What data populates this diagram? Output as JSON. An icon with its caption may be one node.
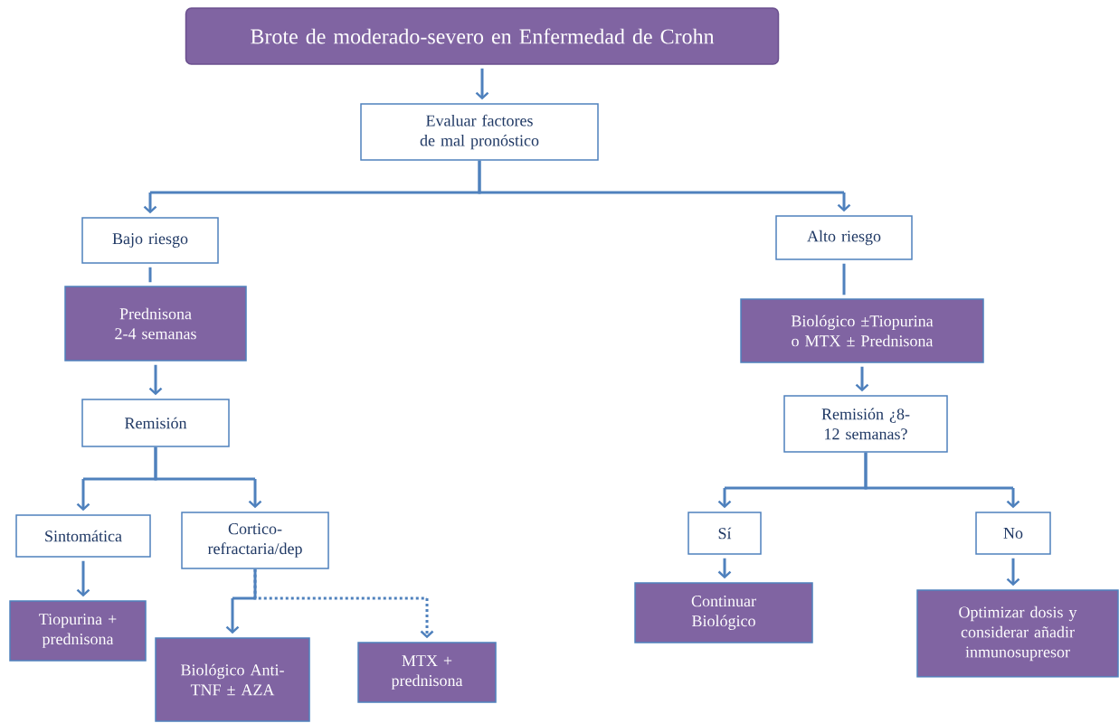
{
  "diagram": {
    "nodes": [
      {
        "text": [
          "Brote de moderado-severo en Enfermedad de Crohn"
        ]
      },
      {
        "text": [
          "Evaluar factores de mal pronóstico"
        ]
      },
      {
        "text": [
          "Bajo riesgo"
        ]
      },
      {
        "text": [
          "Alto riesgo"
        ]
      },
      {
        "text": [
          "Prednisona 2-4 semanas"
        ]
      },
      {
        "text": [
          "Remisión"
        ]
      },
      {
        "text": [
          "Sintomática"
        ]
      },
      {
        "text": [
          "Cortico-refractaria/dep"
        ]
      },
      {
        "text": [
          "Tiopurina + prednisona"
        ]
      },
      {
        "text": [
          "Biológico Anti-TNF ± AZA"
        ]
      },
      {
        "text": [
          "MTX + prednisona"
        ]
      },
      {
        "text": [
          "Biológico ±Tiopurina o MTX ± Prednisona"
        ]
      },
      {
        "text": [
          "Remisión ¿8-12 semanas?"
        ]
      },
      {
        "text": [
          "Sí"
        ]
      },
      {
        "text": [
          "No"
        ]
      },
      {
        "text": [
          "Continuar Biológico"
        ]
      },
      {
        "text": [
          "Optimizar dosis y considerar añadir inmunosupresor"
        ]
      }
    ],
    "edges": [
      {
        "from": 0,
        "to": 1,
        "arrow": "to"
      },
      {
        "from": 1,
        "to": 2,
        "arrow": "to"
      },
      {
        "from": 1,
        "to": 3,
        "arrow": "to"
      },
      {
        "from": 2,
        "to": 4,
        "arrow": "none"
      },
      {
        "from": 4,
        "to": 5,
        "arrow": "to"
      },
      {
        "from": 5,
        "to": 6,
        "arrow": "to"
      },
      {
        "from": 5,
        "to": 7,
        "arrow": "to"
      },
      {
        "from": 6,
        "to": 8,
        "arrow": "to"
      },
      {
        "from": 7,
        "to": 9,
        "arrow": "to"
      },
      {
        "from": 7,
        "to": 10,
        "arrow": "to",
        "style": "dashed"
      },
      {
        "from": 3,
        "to": 11,
        "arrow": "none"
      },
      {
        "from": 11,
        "to": 12,
        "arrow": "to"
      },
      {
        "from": 12,
        "to": 13,
        "arrow": "to"
      },
      {
        "from": 12,
        "to": 14,
        "arrow": "to"
      },
      {
        "from": 13,
        "to": 15,
        "arrow": "to"
      },
      {
        "from": 14,
        "to": 16,
        "arrow": "to"
      }
    ]
  }
}
